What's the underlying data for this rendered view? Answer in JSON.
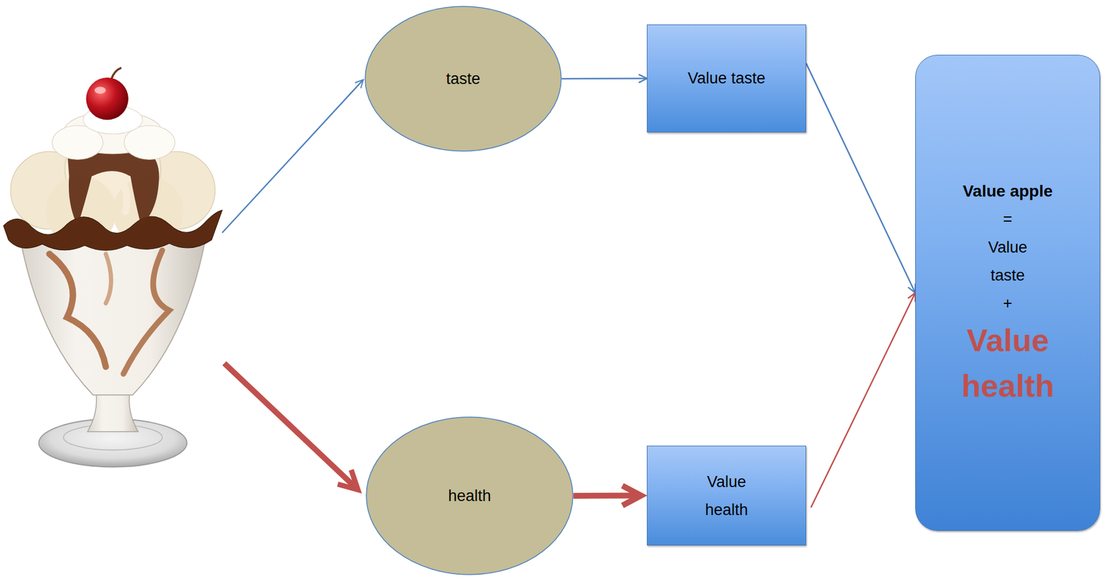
{
  "diagram": {
    "nodes": [
      {
        "text": [
          "taste"
        ]
      },
      {
        "text": [
          "Value taste"
        ]
      },
      {
        "text": [
          "health"
        ]
      },
      {
        "text": [
          "Value health"
        ]
      },
      {
        "text": [
          "Value apple",
          "=",
          "Value taste",
          "+",
          "Value health"
        ]
      }
    ],
    "edges": [
      {
        "from": 0,
        "to": 1,
        "arrow": "to"
      },
      {
        "from": 1,
        "to": 4,
        "arrow": "to"
      },
      {
        "from": 2,
        "to": 3,
        "arrow": "to"
      },
      {
        "from": 3,
        "to": 4,
        "arrow": "to"
      }
    ]
  }
}
